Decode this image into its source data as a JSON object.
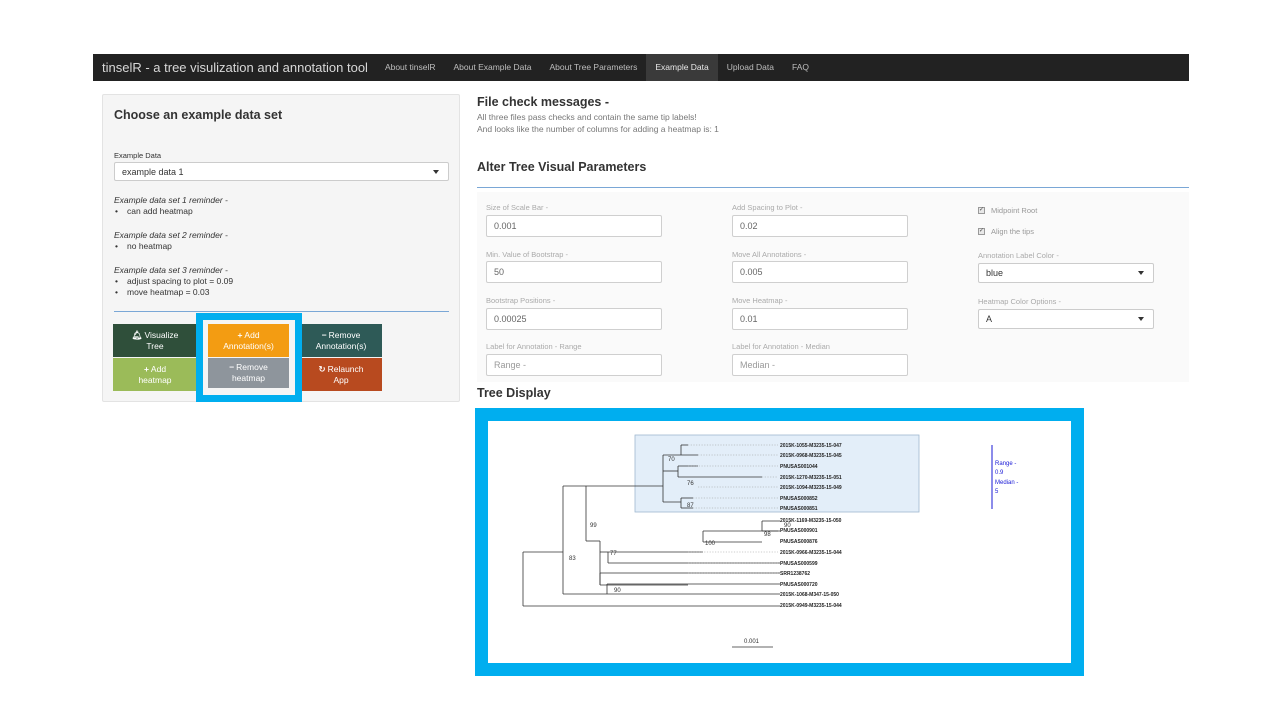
{
  "navbar": {
    "brand": "tinselR - a tree visulization and annotation tool",
    "items": [
      "About tinselR",
      "About Example Data",
      "About Tree Parameters",
      "Example Data",
      "Upload Data",
      "FAQ"
    ],
    "active_index": 3
  },
  "sidebar": {
    "title": "Choose an example data set",
    "example_label": "Example Data",
    "example_value": "example data 1",
    "reminders": [
      {
        "title": "Example data set 1 reminder -",
        "items": [
          "can add heatmap"
        ]
      },
      {
        "title": "Example data set 2 reminder -",
        "items": [
          "no heatmap"
        ]
      },
      {
        "title": "Example data set 3 reminder -",
        "items": [
          "adjust spacing to plot = 0.09",
          "move heatmap = 0.03"
        ]
      }
    ],
    "buttons": {
      "visualize_icon": "bell-icon",
      "visualize_l1": "Visualize",
      "visualize_l2": "Tree",
      "add_annot_icon": "plus-icon",
      "add_annot_l1": "Add",
      "add_annot_l2": "Annotation(s)",
      "remove_annot_icon": "minus-icon",
      "remove_annot_l1": "Remove",
      "remove_annot_l2": "Annotation(s)",
      "add_heat_icon": "plus-icon",
      "add_heat_l1": "Add",
      "add_heat_l2": "heatmap",
      "remove_heat_icon": "minus-icon",
      "remove_heat_l1": "Remove",
      "remove_heat_l2": "heatmap",
      "relaunch_icon": "refresh-icon",
      "relaunch_l1": "Relaunch",
      "relaunch_l2": "App"
    }
  },
  "file_check": {
    "title": "File check messages -",
    "line1": "All three files pass checks and contain the same tip labels!",
    "line2": "And looks like the number of columns for adding a heatmap is:  1"
  },
  "params": {
    "title": "Alter Tree Visual Parameters",
    "scale_bar_label": "Size of Scale Bar -",
    "scale_bar_value": "0.001",
    "spacing_label": "Add Spacing to Plot -",
    "spacing_value": "0.02",
    "midpoint_label": "Midpoint Root",
    "midpoint_checked": true,
    "align_label": "Align the tips",
    "align_checked": true,
    "bootstrap_min_label": "Min. Value of Bootstrap -",
    "bootstrap_min_value": "50",
    "move_annot_label": "Move All Annotations -",
    "move_annot_value": "0.005",
    "annot_color_label": "Annotation Label Color -",
    "annot_color_value": "blue",
    "bootstrap_pos_label": "Bootstrap Positions -",
    "bootstrap_pos_value": "0.00025",
    "move_heat_label": "Move Heatmap -",
    "move_heat_value": "0.01",
    "heat_color_label": "Heatmap Color Options -",
    "heat_color_value": "A",
    "range_label": "Label for Annotation - Range",
    "range_placeholder": "Range -",
    "median_label": "Label for Annotation - Median",
    "median_placeholder": "Median -"
  },
  "tree": {
    "title": "Tree Display",
    "tips": [
      "2015K-1055-M3235-15-047",
      "2015K-0968-M3235-15-045",
      "PNUSAS001044",
      "2015K-1270-M3235-15-051",
      "2015K-1094-M3235-15-049",
      "PNUSAS000852",
      "PNUSAS000851",
      "2015K-1169-M3235-15-050",
      "PNUSAS000901",
      "PNUSAS000876",
      "2015K-0966-M3235-15-044",
      "PNUSAS000599",
      "SRR1238762",
      "PNUSAS000720",
      "2015K-1068-M347-15-050",
      "2015K-0949-M3235-15-044"
    ],
    "bootstraps": [
      "70",
      "76",
      "87",
      "99",
      "90",
      "98",
      "100",
      "77",
      "83",
      "90"
    ],
    "annotation_range": "Range -",
    "annotation_range_value": "0.9",
    "annotation_median": "Median -",
    "annotation_median_value": "5",
    "scale_label": "0.001",
    "annotation_color": "#1a1ad6",
    "highlight_fill": "#e3eef9"
  },
  "colors": {
    "highlight": "#00aeef",
    "btn_dark_green": "#2f4f3a",
    "btn_orange": "#f39c12",
    "btn_teal": "#2e5a57",
    "btn_light_green": "#9bbb59",
    "btn_gray": "#8e959c",
    "btn_rust": "#b84a1f"
  }
}
